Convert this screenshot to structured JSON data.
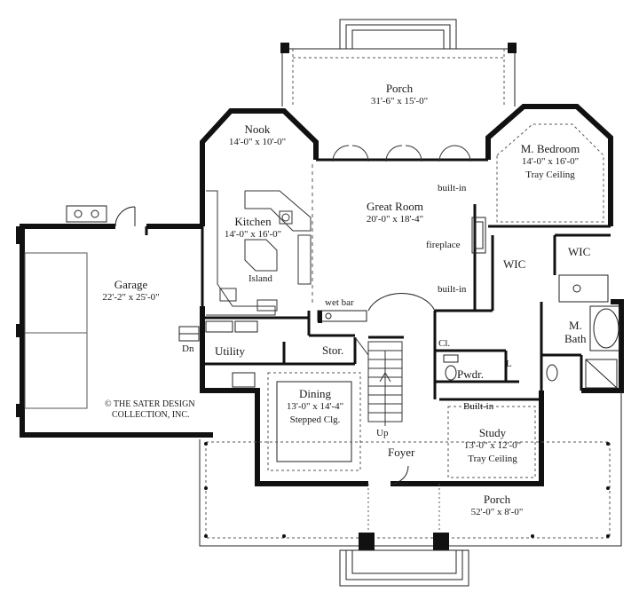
{
  "rooms": {
    "porch_rear": {
      "name": "Porch",
      "dim": "31'-6\" x 15'-0\""
    },
    "nook": {
      "name": "Nook",
      "dim": "14'-0\" x 10'-0\""
    },
    "m_bedroom": {
      "name": "M. Bedroom",
      "dim": "14'-0\" x 16'-0\"",
      "note": "Tray Ceiling"
    },
    "great_room": {
      "name": "Great Room",
      "dim": "20'-0\" x 18'-4\""
    },
    "kitchen": {
      "name": "Kitchen",
      "dim": "14'-0\" x 16'-0\""
    },
    "garage": {
      "name": "Garage",
      "dim": "22'-2\" x 25'-0\""
    },
    "dining": {
      "name": "Dining",
      "dim": "13'-0\" x 14'-4\"",
      "note": "Stepped Clg."
    },
    "study": {
      "name": "Study",
      "dim": "13'-0\" x 12'-0\"",
      "note": "Tray Ceiling"
    },
    "porch_front": {
      "name": "Porch",
      "dim": "52'-0\" x 8'-0\""
    }
  },
  "small_labels": {
    "island": "Island",
    "wet_bar": "wet bar",
    "built_in_top": "built-in",
    "fireplace": "fireplace",
    "built_in_bottom": "built-in",
    "wic_left": "WIC",
    "wic_right": "WIC",
    "m_bath_1": "M.",
    "m_bath_2": "Bath",
    "cl": "Cl.",
    "l": "L",
    "pwdr": "Pwdr.",
    "utility": "Utility",
    "dn": "Dn",
    "stor": "Stor.",
    "up": "Up",
    "foyer": "Foyer",
    "built_in_study": "Built-in"
  },
  "copyright": {
    "line1": "© THE SATER DESIGN",
    "line2": "COLLECTION, INC."
  },
  "colors": {
    "wall": "#111111",
    "line": "#222222",
    "dashed": "#555555",
    "background": "#ffffff"
  }
}
